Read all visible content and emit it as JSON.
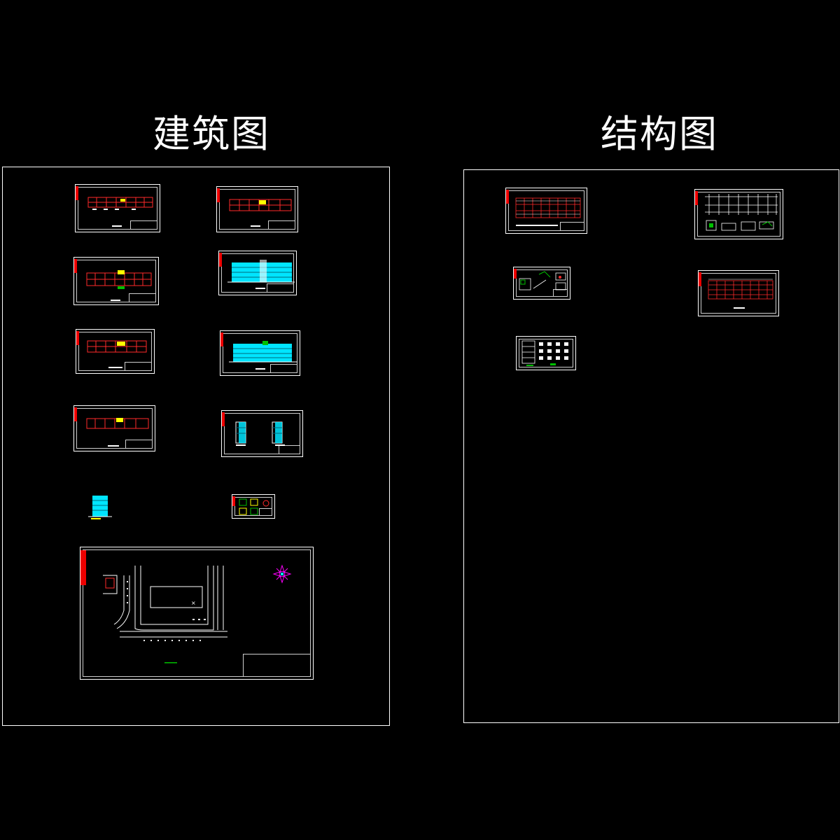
{
  "headings": {
    "architectural": "建筑图",
    "structural": "结构图"
  },
  "colors": {
    "background": "#000000",
    "frame": "#ffffff",
    "plan_lines": "#ff2a2a",
    "elevation_fill": "#00e5ff",
    "highlight": "#ffff00",
    "accent_green": "#00c000",
    "compass": "#ff00ff"
  },
  "architectural_sheets": [
    {
      "id": "arch-plan-1",
      "kind": "plan"
    },
    {
      "id": "arch-plan-2",
      "kind": "plan"
    },
    {
      "id": "arch-plan-3",
      "kind": "plan"
    },
    {
      "id": "arch-elevation-1",
      "kind": "elevation"
    },
    {
      "id": "arch-plan-4",
      "kind": "plan"
    },
    {
      "id": "arch-elevation-2",
      "kind": "elevation"
    },
    {
      "id": "arch-plan-5",
      "kind": "plan"
    },
    {
      "id": "arch-section",
      "kind": "section"
    },
    {
      "id": "arch-side-elevation",
      "kind": "side-elevation"
    },
    {
      "id": "arch-details",
      "kind": "details"
    },
    {
      "id": "arch-site-plan",
      "kind": "site-plan"
    }
  ],
  "structural_sheets": [
    {
      "id": "struct-beam-plan",
      "kind": "beam-plan"
    },
    {
      "id": "struct-foundation-plan",
      "kind": "foundation-plan"
    },
    {
      "id": "struct-stair-detail",
      "kind": "stair-detail"
    },
    {
      "id": "struct-frame-elevation",
      "kind": "frame-elevation"
    },
    {
      "id": "struct-column-schedule",
      "kind": "column-schedule"
    }
  ]
}
